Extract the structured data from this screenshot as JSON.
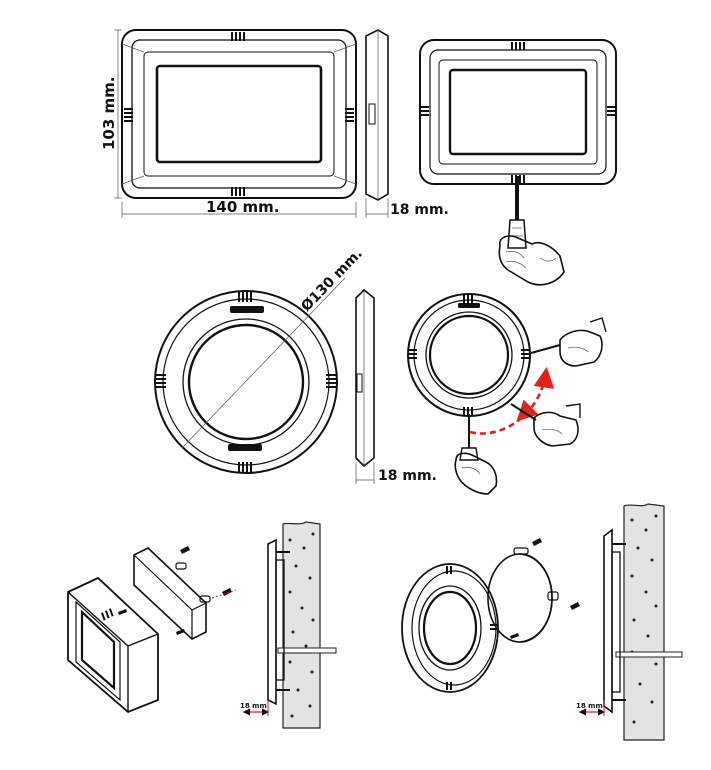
{
  "colors": {
    "ink": "#111111",
    "wall_fill": "#e3e3e3",
    "arrow_red": "#e0241b",
    "dimension_red": "#d62020"
  },
  "rect_lamp": {
    "height_label": "103 mm.",
    "width_label": "140 mm.",
    "depth_label": "18 mm."
  },
  "round_lamp": {
    "diameter_label": "Ø130 mm.",
    "depth_label": "18 mm."
  },
  "installation": {
    "rect_wall_gap_label": "18 mm",
    "round_wall_gap_label": "18 mm"
  }
}
